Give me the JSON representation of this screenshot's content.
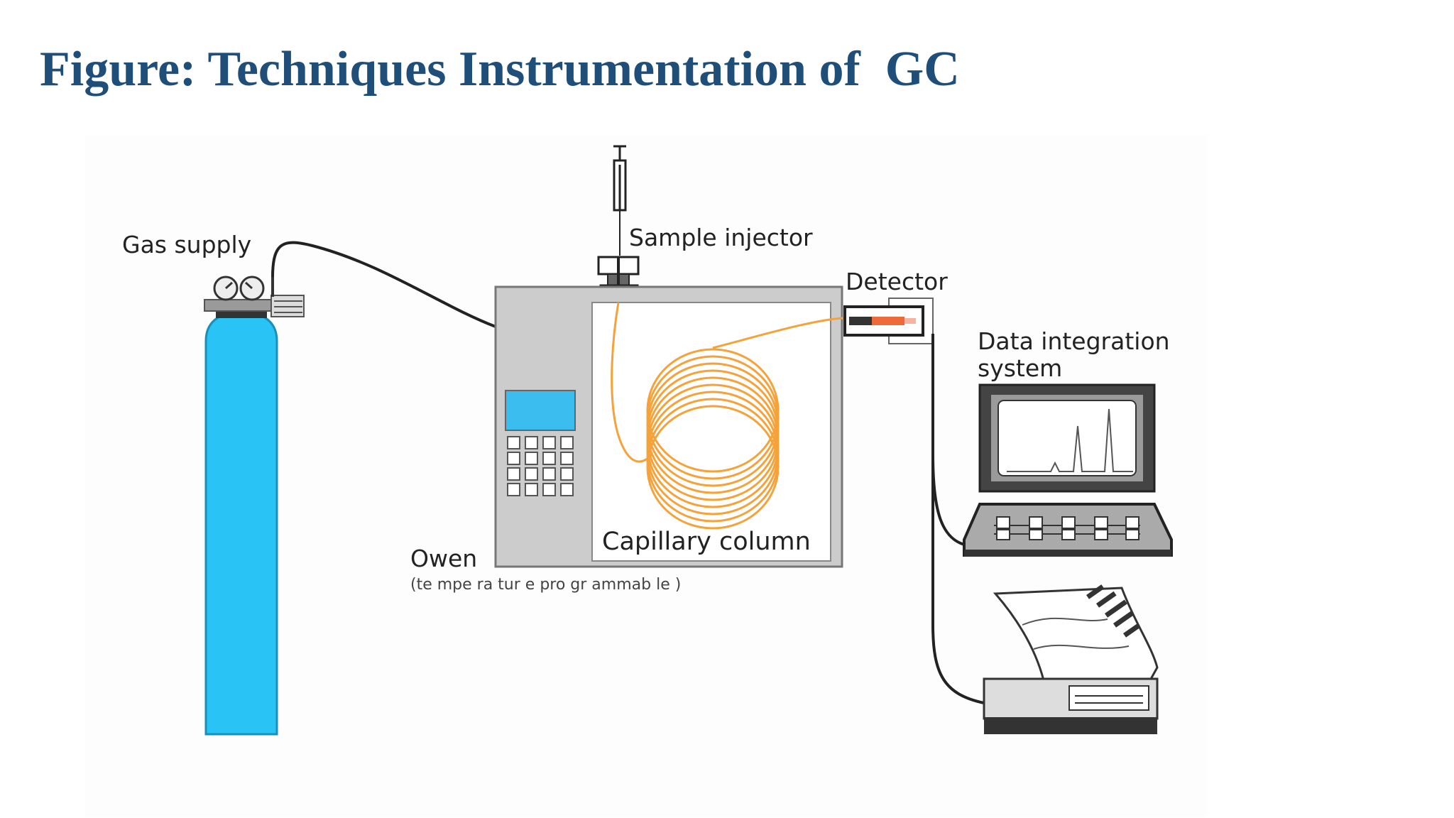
{
  "title": "Figure: Techniques Instrumentation of  GC",
  "labels": {
    "gas_supply": "Gas supply",
    "sample_injector": "Sample injector",
    "detector": "Detector",
    "data_integration_line1": "Data integration",
    "data_integration_line2": "system",
    "capillary_column": "Capillary column",
    "oven": "Owen",
    "oven_sub": "(te mpe ra tur e  pro gr ammab le )"
  },
  "colors": {
    "title": "#1f4e79",
    "cylinder": "#29c4f5",
    "oven_body": "#cccccc",
    "column": "#f5a23a",
    "screen": "#3cbdf0"
  }
}
